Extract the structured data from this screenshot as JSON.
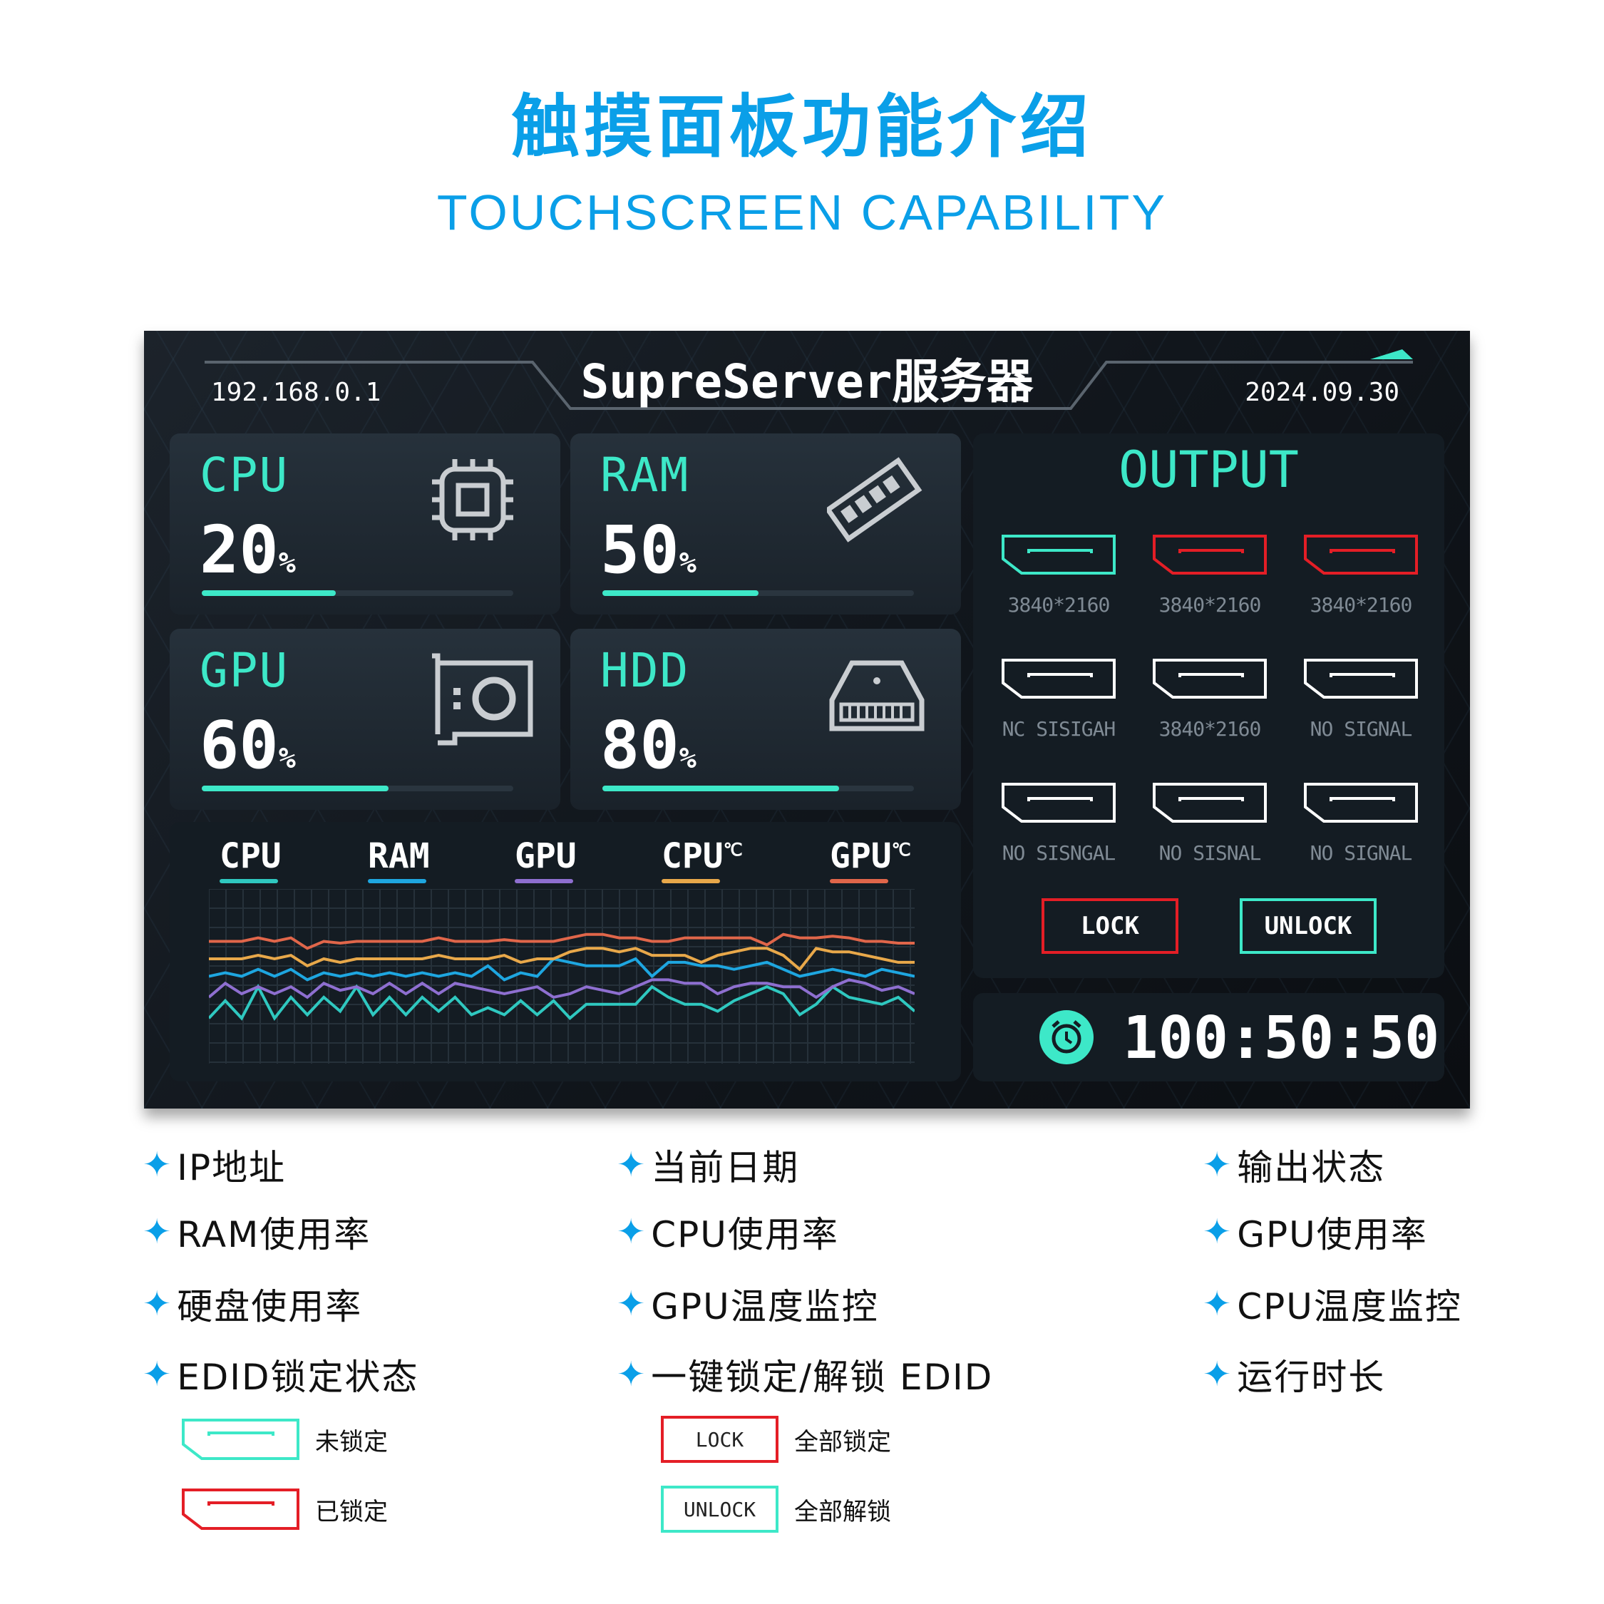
{
  "header": {
    "title": "触摸面板功能介绍",
    "subtitle": "TOUCHSCREEN CAPABILITY"
  },
  "screen": {
    "ip": "192.168.0.1",
    "app_title": "SupreServer服务器",
    "date": "2024.09.30",
    "cards": [
      {
        "label": "CPU",
        "value": "20",
        "unit": "%",
        "bar_fill_pct": 43,
        "icon": "cpu-chip-icon"
      },
      {
        "label": "RAM",
        "value": "50",
        "unit": "%",
        "bar_fill_pct": 50,
        "icon": "ram-stick-icon"
      },
      {
        "label": "GPU",
        "value": "60",
        "unit": "%",
        "bar_fill_pct": 60,
        "icon": "gpu-card-icon"
      },
      {
        "label": "HDD",
        "value": "80",
        "unit": "%",
        "bar_fill_pct": 76,
        "icon": "hdd-icon"
      }
    ],
    "output": {
      "title": "OUTPUT",
      "ports": [
        {
          "status": "unlocked",
          "label": "3840*2160"
        },
        {
          "status": "locked",
          "label": "3840*2160"
        },
        {
          "status": "locked",
          "label": "3840*2160"
        },
        {
          "status": "idle",
          "label": "NC SISIGAH"
        },
        {
          "status": "idle",
          "label": "3840*2160"
        },
        {
          "status": "idle",
          "label": "NO SIGNAL"
        },
        {
          "status": "idle",
          "label": "NO SISNGAL"
        },
        {
          "status": "idle",
          "label": "NO SISNAL"
        },
        {
          "status": "idle",
          "label": "NO SIGNAL"
        }
      ],
      "lock_label": "LOCK",
      "unlock_label": "UNLOCK"
    },
    "timer": {
      "value": "100:50:50",
      "icon": "alarm-clock-icon"
    },
    "colors": {
      "teal": "#3de8c8",
      "red": "#e41e26",
      "white": "#ffffff"
    }
  },
  "chart_data": {
    "type": "line",
    "ylim": [
      0,
      100
    ],
    "grid": true,
    "legend": [
      "CPU",
      "RAM",
      "GPU",
      "CPU℃",
      "GPU℃"
    ],
    "series": [
      {
        "name": "CPU",
        "sup": "",
        "color": "#2fc8c0",
        "values": [
          26,
          36,
          26,
          44,
          26,
          38,
          28,
          38,
          30,
          44,
          28,
          38,
          28,
          38,
          30,
          38,
          28,
          32,
          28,
          36,
          28,
          36,
          26,
          34,
          34,
          34,
          34,
          44,
          38,
          34,
          34,
          30,
          36,
          40,
          44,
          40,
          28,
          34,
          44,
          38,
          36,
          34,
          38,
          30
        ]
      },
      {
        "name": "RAM",
        "sup": "",
        "color": "#1ea6e0",
        "values": [
          50,
          52,
          50,
          54,
          50,
          54,
          48,
          52,
          50,
          52,
          50,
          52,
          50,
          52,
          50,
          52,
          50,
          56,
          48,
          52,
          50,
          60,
          58,
          56,
          56,
          56,
          60,
          50,
          58,
          58,
          56,
          56,
          54,
          56,
          58,
          54,
          50,
          52,
          54,
          52,
          50,
          54,
          52,
          50
        ]
      },
      {
        "name": "GPU",
        "sup": "",
        "color": "#8e6fd0",
        "values": [
          38,
          46,
          40,
          44,
          40,
          44,
          38,
          46,
          42,
          44,
          40,
          46,
          40,
          46,
          40,
          46,
          44,
          42,
          40,
          42,
          44,
          38,
          40,
          44,
          42,
          40,
          44,
          48,
          48,
          46,
          46,
          40,
          44,
          46,
          46,
          44,
          44,
          38,
          44,
          48,
          46,
          42,
          44,
          40
        ]
      },
      {
        "name": "CPU",
        "sup": "℃",
        "color": "#e8a84a",
        "values": [
          60,
          60,
          60,
          62,
          60,
          62,
          56,
          60,
          58,
          60,
          60,
          60,
          60,
          60,
          62,
          60,
          60,
          60,
          62,
          58,
          60,
          60,
          64,
          66,
          66,
          64,
          66,
          62,
          62,
          62,
          58,
          62,
          64,
          66,
          66,
          62,
          54,
          66,
          64,
          64,
          62,
          60,
          58,
          58
        ]
      },
      {
        "name": "GPU",
        "sup": "℃",
        "color": "#e0664a",
        "values": [
          70,
          70,
          70,
          72,
          70,
          72,
          66,
          70,
          69,
          70,
          70,
          70,
          70,
          70,
          72,
          70,
          70,
          70,
          71,
          70,
          70,
          70,
          72,
          74,
          74,
          72,
          72,
          70,
          70,
          72,
          72,
          72,
          72,
          72,
          68,
          74,
          72,
          72,
          73,
          72,
          70,
          70,
          69,
          69
        ]
      }
    ]
  },
  "features": [
    [
      "IP地址",
      "RAM使用率",
      "硬盘使用率",
      "EDID锁定状态"
    ],
    [
      "当前日期",
      "CPU使用率",
      "GPU温度监控",
      "一键锁定/解锁 EDID"
    ],
    [
      "输出状态",
      "GPU使用率",
      "CPU温度监控",
      "运行时长"
    ]
  ],
  "legend": {
    "unlocked": "未锁定",
    "locked": "已锁定",
    "lock_btn": "LOCK",
    "lock_all": "全部锁定",
    "unlock_btn": "UNLOCK",
    "unlock_all": "全部解锁"
  },
  "star": "✦"
}
